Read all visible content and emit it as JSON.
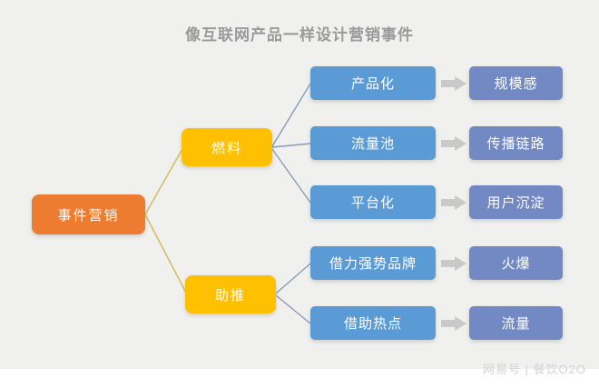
{
  "title": "像互联网产品一样设计营销事件",
  "diagram": {
    "root": {
      "label": "事件营销"
    },
    "branches": [
      {
        "label": "燃料",
        "children": [
          {
            "label": "产品化",
            "result": "规模感"
          },
          {
            "label": "流量池",
            "result": "传播链路"
          },
          {
            "label": "平台化",
            "result": "用户沉淀"
          }
        ]
      },
      {
        "label": "助推",
        "children": [
          {
            "label": "借力强势品牌",
            "result": "火爆"
          },
          {
            "label": "借助热点",
            "result": "流量"
          }
        ]
      }
    ]
  },
  "watermark": "网易号 | 餐饮O2O",
  "colors": {
    "background": "#f0f0ef",
    "title_text": "#9a9a9a",
    "root_node": "#ed7c31",
    "branch_node": "#fec000",
    "step_node": "#5b9bd5",
    "outcome_node": "#7289c4",
    "root_connector": "#d2bc60",
    "branch_connector": "#8a9cb5",
    "arrow": "#c9c9c9"
  }
}
